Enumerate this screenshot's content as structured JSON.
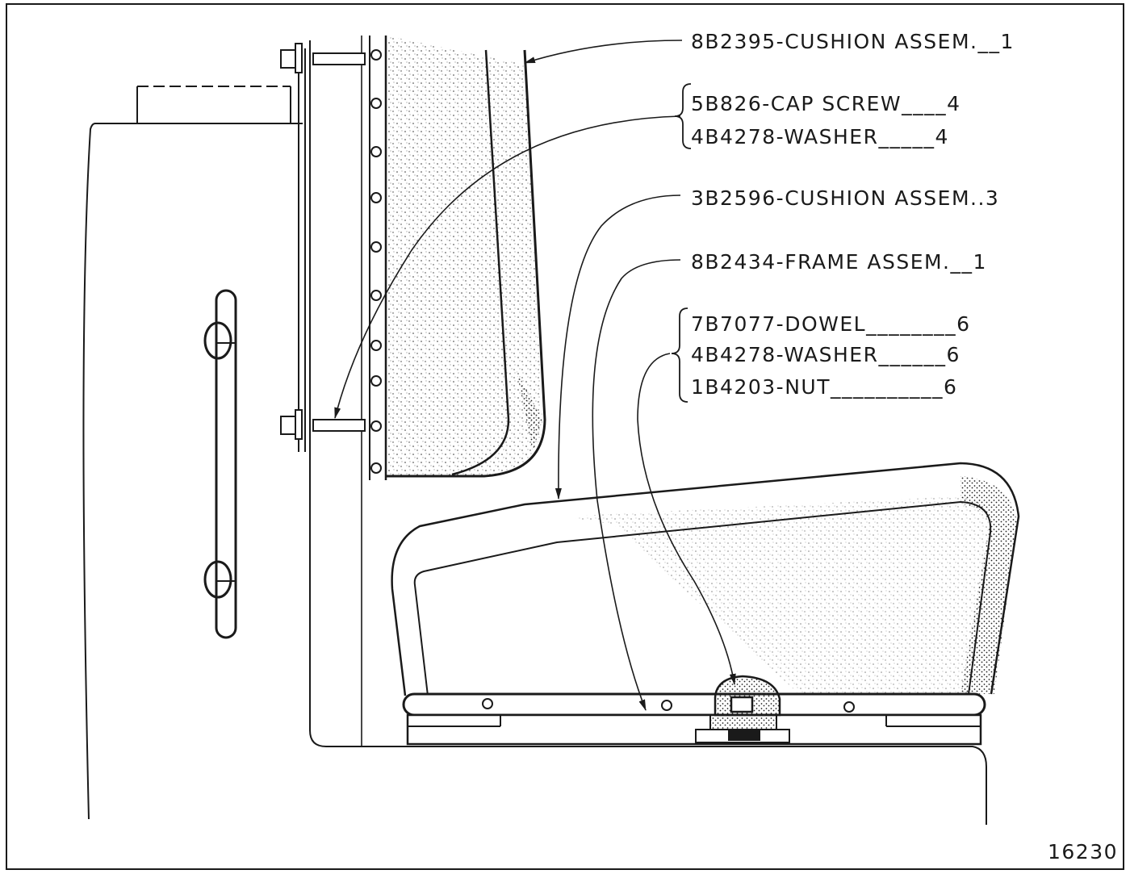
{
  "figure_number": "16230",
  "callouts": {
    "c1": {
      "part": "8B2395",
      "name": "CUSHION ASSEM.",
      "qty": "1",
      "text": "8B2395-CUSHION ASSEM.__1"
    },
    "c2": {
      "part": "5B826",
      "name": "CAP SCREW",
      "qty": "4",
      "text": "5B826-CAP SCREW____4"
    },
    "c3": {
      "part": "4B4278",
      "name": "WASHER",
      "qty": "4",
      "text": "4B4278-WASHER_____4"
    },
    "c4": {
      "part": "3B2596",
      "name": "CUSHION ASSEM.",
      "qty": "3",
      "text": "3B2596-CUSHION ASSEM..3"
    },
    "c5": {
      "part": "8B2434",
      "name": "FRAME ASSEM.",
      "qty": "1",
      "text": "8B2434-FRAME ASSEM.__1"
    },
    "c6": {
      "part": "7B7077",
      "name": "DOWEL",
      "qty": "6",
      "text": "7B7077-DOWEL________6"
    },
    "c7": {
      "part": "4B4278",
      "name": "WASHER",
      "qty": "6",
      "text": "4B4278-WASHER______6"
    },
    "c8": {
      "part": "1B4203",
      "name": "NUT",
      "qty": "6",
      "text": "1B4203-NUT__________6"
    }
  },
  "colors": {
    "ink": "#1a1a1a",
    "paper": "#ffffff"
  }
}
